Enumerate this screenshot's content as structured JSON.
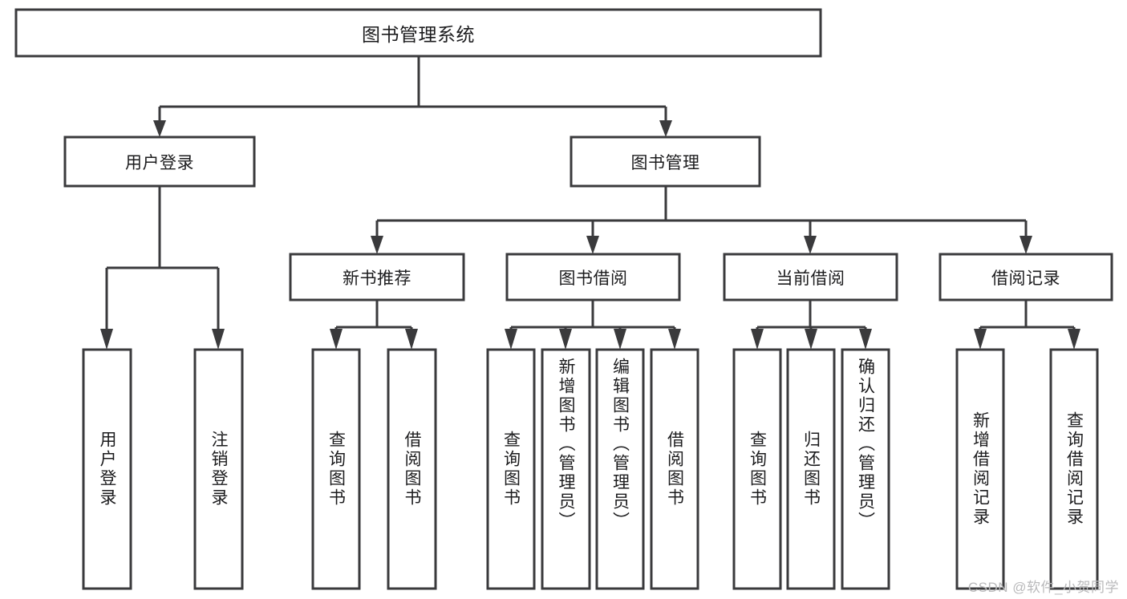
{
  "diagram": {
    "title": "图书管理系统",
    "type": "hierarchy-tree",
    "watermark": "CSDN @软件_小贺同学",
    "colors": {
      "stroke": "#3a3a3c",
      "fill": "#ffffff",
      "text": "#1c1c1e",
      "watermark": "#b9b9bb"
    },
    "root": {
      "label": "图书管理系统"
    },
    "level2": [
      {
        "label": "用户登录"
      },
      {
        "label": "图书管理"
      }
    ],
    "level3": [
      {
        "label": "新书推荐"
      },
      {
        "label": "图书借阅"
      },
      {
        "label": "当前借阅"
      },
      {
        "label": "借阅记录"
      }
    ],
    "leaves": {
      "user_login": [
        {
          "label": "用户登录"
        },
        {
          "label": "注销登录"
        }
      ],
      "new_book": [
        {
          "label": "查询图书"
        },
        {
          "label": "借阅图书"
        }
      ],
      "book_borrow": [
        {
          "label": "查询图书"
        },
        {
          "label": "新增图书（管理员）"
        },
        {
          "label": "编辑图书（管理员）"
        },
        {
          "label": "借阅图书"
        }
      ],
      "current_borrow": [
        {
          "label": "查询图书"
        },
        {
          "label": "归还图书"
        },
        {
          "label": "确认归还（管理员）"
        }
      ],
      "borrow_record": [
        {
          "label": "新增借阅记录"
        },
        {
          "label": "查询借阅记录"
        }
      ]
    }
  }
}
